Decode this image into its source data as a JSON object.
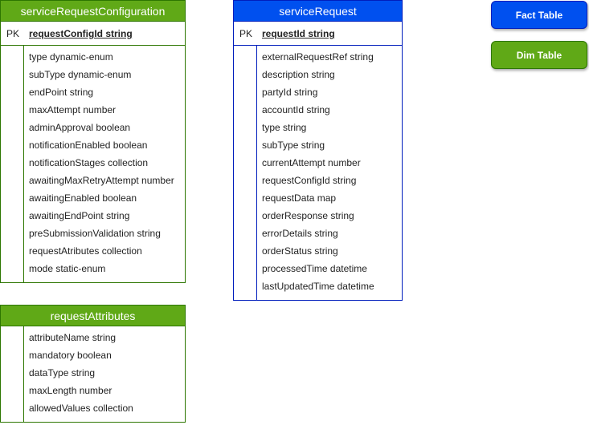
{
  "tables": {
    "config": {
      "title": "serviceRequestConfiguration",
      "pk_label": "PK",
      "pk_field": "requestConfigId string",
      "fields": [
        "type dynamic-enum",
        "subType dynamic-enum",
        "endPoint string",
        "maxAttempt number",
        "adminApproval boolean",
        "notificationEnabled boolean",
        "notificationStages collection",
        "awaitingMaxRetryAttempt number",
        "awaitingEnabled boolean",
        "awaitingEndPoint string",
        "preSubmissionValidation string",
        "requestAtributes collection",
        "mode static-enum"
      ]
    },
    "service_request": {
      "title": "serviceRequest",
      "pk_label": "PK",
      "pk_field": "requestId string",
      "fields": [
        "externalRequestRef string",
        "description string",
        "partyId string",
        "accountId string",
        "type string",
        "subType string",
        "currentAttempt number",
        "requestConfigId string",
        "requestData map",
        "orderResponse string",
        "errorDetails string",
        "orderStatus string",
        "processedTime datetime",
        "lastUpdatedTime datetime"
      ]
    },
    "attributes": {
      "title": "requestAttributes",
      "fields": [
        "attributeName string",
        "mandatory boolean",
        "dataType string",
        "maxLength number",
        "allowedValues collection"
      ]
    }
  },
  "legend": {
    "fact_label": "Fact Table",
    "dim_label": "Dim Table"
  }
}
